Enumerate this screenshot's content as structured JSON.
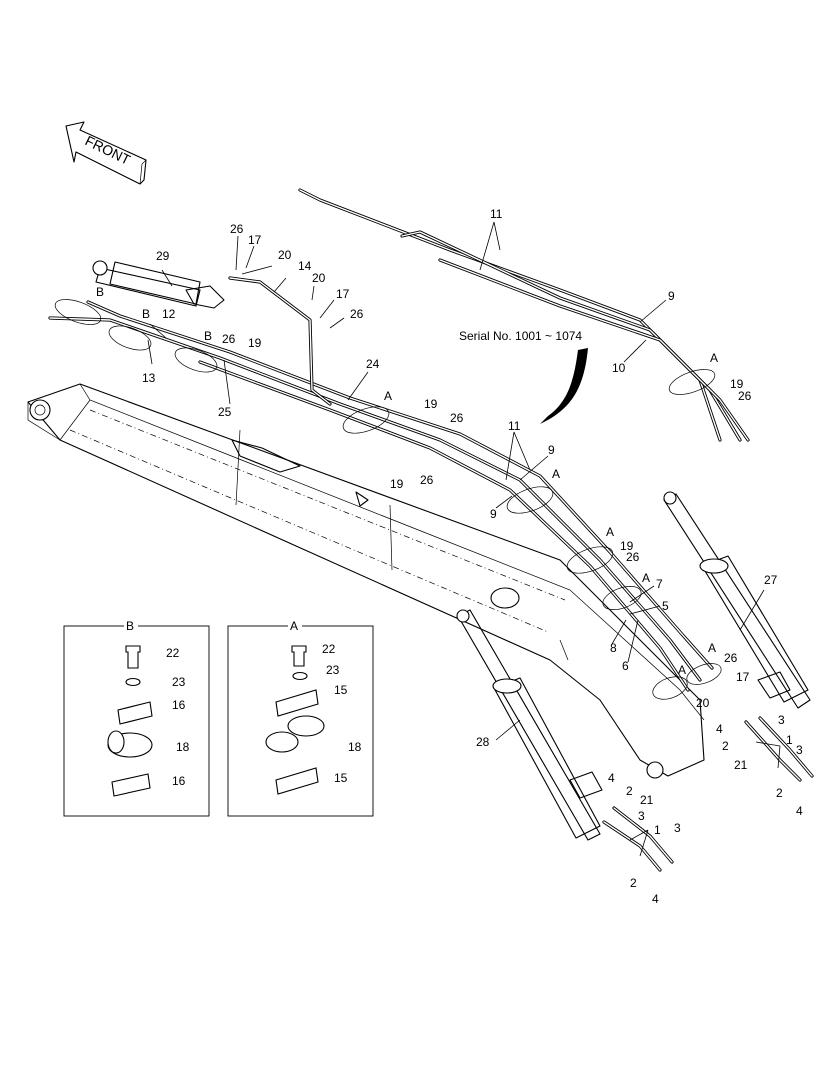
{
  "front_label": "FRONT",
  "serial_note": "Serial No. 1001 ~ 1074",
  "detail_b": {
    "title": "B",
    "parts": [
      "22",
      "23",
      "16",
      "18",
      "16"
    ]
  },
  "detail_a": {
    "title": "A",
    "parts": [
      "22",
      "23",
      "15",
      "18",
      "15"
    ]
  },
  "callouts": [
    {
      "id": "c11a",
      "text": "11"
    },
    {
      "id": "c9a",
      "text": "9"
    },
    {
      "id": "c10",
      "text": "10"
    },
    {
      "id": "cAa",
      "text": "A"
    },
    {
      "id": "c19a",
      "text": "19"
    },
    {
      "id": "c26a",
      "text": "26"
    },
    {
      "id": "c29",
      "text": "29"
    },
    {
      "id": "c26b",
      "text": "26"
    },
    {
      "id": "c17a",
      "text": "17"
    },
    {
      "id": "c20a",
      "text": "20"
    },
    {
      "id": "c14",
      "text": "14"
    },
    {
      "id": "c20b",
      "text": "20"
    },
    {
      "id": "c17b",
      "text": "17"
    },
    {
      "id": "c26c",
      "text": "26"
    },
    {
      "id": "cBa",
      "text": "B"
    },
    {
      "id": "cBb",
      "text": "B"
    },
    {
      "id": "c12",
      "text": "12"
    },
    {
      "id": "cBc",
      "text": "B"
    },
    {
      "id": "c26d",
      "text": "26"
    },
    {
      "id": "c19b",
      "text": "19"
    },
    {
      "id": "c13",
      "text": "13"
    },
    {
      "id": "c25",
      "text": "25"
    },
    {
      "id": "c24",
      "text": "24"
    },
    {
      "id": "cAb",
      "text": "A"
    },
    {
      "id": "c19c",
      "text": "19"
    },
    {
      "id": "c26e",
      "text": "26"
    },
    {
      "id": "c11b",
      "text": "11"
    },
    {
      "id": "c9b",
      "text": "9"
    },
    {
      "id": "c19d",
      "text": "19"
    },
    {
      "id": "c26f",
      "text": "26"
    },
    {
      "id": "cAc",
      "text": "A"
    },
    {
      "id": "c9c",
      "text": "9"
    },
    {
      "id": "cAd",
      "text": "A"
    },
    {
      "id": "c19e",
      "text": "19"
    },
    {
      "id": "c26g",
      "text": "26"
    },
    {
      "id": "cAe",
      "text": "A"
    },
    {
      "id": "c7",
      "text": "7"
    },
    {
      "id": "c5",
      "text": "5"
    },
    {
      "id": "c8",
      "text": "8"
    },
    {
      "id": "c6",
      "text": "6"
    },
    {
      "id": "cAf",
      "text": "A"
    },
    {
      "id": "c26h",
      "text": "26"
    },
    {
      "id": "cAg",
      "text": "A"
    },
    {
      "id": "c17c",
      "text": "17"
    },
    {
      "id": "c20c",
      "text": "20"
    },
    {
      "id": "c27",
      "text": "27"
    },
    {
      "id": "c28",
      "text": "28"
    },
    {
      "id": "c4a",
      "text": "4"
    },
    {
      "id": "c3a",
      "text": "3"
    },
    {
      "id": "c2a",
      "text": "2"
    },
    {
      "id": "c1a",
      "text": "1"
    },
    {
      "id": "c21a",
      "text": "21"
    },
    {
      "id": "c3b",
      "text": "3"
    },
    {
      "id": "c2b",
      "text": "2"
    },
    {
      "id": "c4b",
      "text": "4"
    },
    {
      "id": "c4c",
      "text": "4"
    },
    {
      "id": "c2c",
      "text": "2"
    },
    {
      "id": "c21b",
      "text": "21"
    },
    {
      "id": "c3c",
      "text": "3"
    },
    {
      "id": "c1b",
      "text": "1"
    },
    {
      "id": "c3d",
      "text": "3"
    },
    {
      "id": "c2d",
      "text": "2"
    },
    {
      "id": "c4d",
      "text": "4"
    }
  ]
}
